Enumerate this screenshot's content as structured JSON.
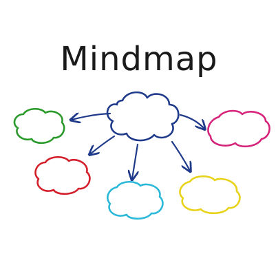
{
  "title": "Mindmap",
  "colors": {
    "center": "#1f3a8a",
    "green": "#2a9a2a",
    "magenta": "#d6247a",
    "red": "#d41f2a",
    "cyan": "#2ab8d8",
    "yellow": "#e8d21a",
    "arrow": "#1f3a8a"
  },
  "nodes": [
    {
      "id": "center",
      "color_key": "center",
      "label": ""
    },
    {
      "id": "green",
      "color_key": "green",
      "label": ""
    },
    {
      "id": "magenta",
      "color_key": "magenta",
      "label": ""
    },
    {
      "id": "red",
      "color_key": "red",
      "label": ""
    },
    {
      "id": "cyan",
      "color_key": "cyan",
      "label": ""
    },
    {
      "id": "yellow",
      "color_key": "yellow",
      "label": ""
    }
  ],
  "edges": [
    {
      "from": "center",
      "to": "green"
    },
    {
      "from": "center",
      "to": "magenta"
    },
    {
      "from": "center",
      "to": "red"
    },
    {
      "from": "center",
      "to": "cyan"
    },
    {
      "from": "center",
      "to": "yellow"
    }
  ]
}
